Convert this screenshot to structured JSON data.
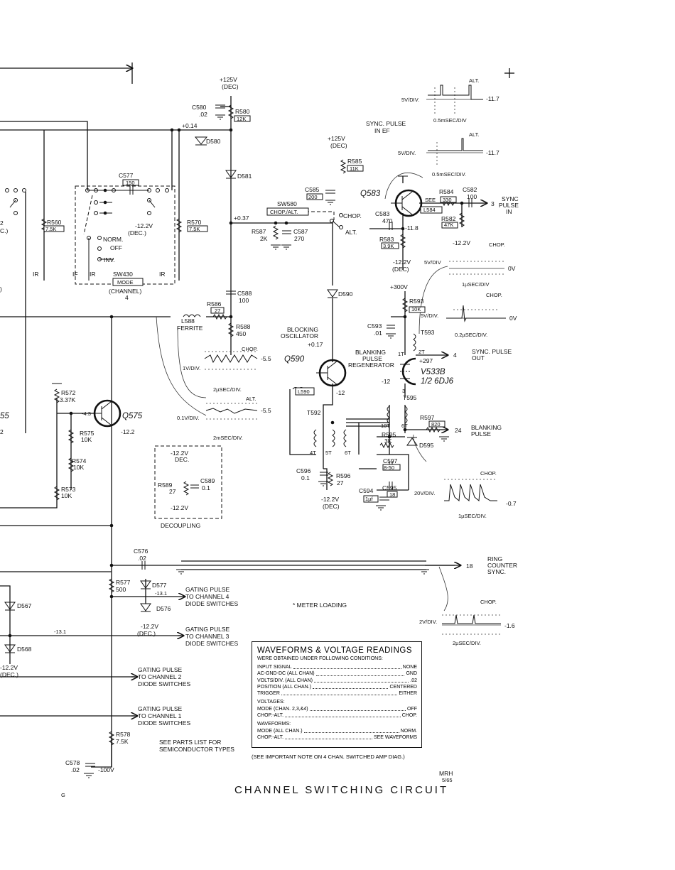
{
  "title": "CHANNEL SWITCHING CIRCUIT",
  "signature": {
    "initials": "MRH",
    "date": "5/65"
  },
  "page_mark": "G",
  "supplies": {
    "top_125": "+125V",
    "top_125_dec": "(DEC)",
    "mid_125": "+125V",
    "mid_125_dec": "(DEC)",
    "v300": "+300V",
    "n12_2_dec_a": "-12.2V",
    "n12_2_dec_a2": "(DEC.)",
    "n12_2_sw": "-12.2V",
    "n12_2_sw2": "(DEC.)",
    "n12_2_r583": "-12.2V",
    "n12_2_r583b": "(DEC)",
    "n12_2_r582": "-12.2V",
    "n12_2_t592": "-12.2V",
    "n12_2_t592b": "(DEC)",
    "n12_2_d576": "-12.2V",
    "n12_2_d576b": "(DEC.)",
    "n12_2_left": "-12.2V",
    "n12_2_left2": "(DEC.)",
    "n100": "-100V"
  },
  "components": {
    "C580": "C580",
    "C580_v": ".02",
    "R580": "R580",
    "R580_v": "12K",
    "D580": "D580",
    "D581": "D581",
    "C577": "C577",
    "C577_v": "150",
    "R560": "R560",
    "R560_v": "7.5K",
    "R570": "R570",
    "R570_v": "7.5K",
    "R585": "R585",
    "R585_v": "11K",
    "C585": "C585",
    "C585_v": "200",
    "SW580": "SW580",
    "SW580_v": "CHOP./ALT.",
    "R587": "R587",
    "R587_v": "2K",
    "C587": "C587",
    "C587_v": "270",
    "Q583": "Q583",
    "C583": "C583",
    "C583_v": "470",
    "R583": "R583",
    "R583_v": "3.9K",
    "R584": "R584",
    "R584_v": "330",
    "L584_see": "SEE",
    "L584": "L584",
    "C582": "C582",
    "C582_v": "100",
    "R582": "R582",
    "R582_v": "47K",
    "SW430": "SW430",
    "SW430_v": "MODE",
    "SW430_ch": "(CHANNEL)",
    "SW430_n": "4",
    "R586": "R586",
    "R586_v": "27",
    "L588": "L588",
    "L588_v": "FERRITE",
    "C588": "C588",
    "C588_v": "100",
    "R588": "R588",
    "R588_v": "450",
    "D590": "D590",
    "R593": "R593",
    "R593_v": "10K",
    "C593": "C593",
    "C593_v": ".01",
    "T593": "T593",
    "Q590": "Q590",
    "L590": "L590",
    "V533B": "V533B",
    "V533B_v": "1/2 6DJ6",
    "T595": "T595",
    "T592": "T592",
    "R597": "R597",
    "R597_v": "820",
    "D595": "D595",
    "R595": "R595",
    "R595_v": "3K",
    "C597": "C597",
    "C597_v": "8-50",
    "C596": "C596",
    "C596_v": "0.1",
    "R596": "R596",
    "R596_v": "27",
    "C594": "C594",
    "C594_v": "1µf",
    "C595": "C595",
    "C595_v": "18",
    "R572": "R572",
    "R572_v": "3.37K",
    "Q575": "Q575",
    "R575": "R575",
    "R575_v": "10K",
    "R574": "R574",
    "R574_v": "10K",
    "R573": "R573",
    "R573_v": "10K",
    "R589": "R589",
    "R589_v": "27",
    "C589": "C589",
    "C589_v": "0.1",
    "C576": "C576",
    "C576_v": ".02",
    "R577": "R577",
    "R577_v": "500",
    "D577": "D577",
    "D576": "D576",
    "D567": "D567",
    "D568": "D568",
    "R578": "R578",
    "R578_v": "7.5K",
    "C578": "C578",
    "C578_v": ".02",
    "left_55": "55"
  },
  "voltages": {
    "v014": "+0.14",
    "v037": "+0.37",
    "v117": "-11.7",
    "v117b": "-11.7",
    "v118": "-11.8",
    "v017": "+0.17",
    "v297": "+297",
    "v12a": "-12",
    "v12b": "-12",
    "v43": "-4.3",
    "v122": "-12.2",
    "v131": "-13.1",
    "v131b": "-13.1",
    "v55a": "-5.5",
    "v55b": "-5.5",
    "v0a": "0V",
    "v0b": "0V",
    "v07": "-0.7",
    "v16": "-1.6",
    "v_left2": "2"
  },
  "labels": {
    "sync_pulse_in_ef": "SYNC. PULSE",
    "sync_pulse_in_ef2": "IN EF",
    "sync_out_3": "SYNC",
    "sync_out_3b": "PULSE",
    "sync_out_3c": "IN",
    "arrow_3": "3",
    "chop_sw": "CHOP.",
    "alt_sw": "ALT.",
    "norm": "NORM.",
    "off": "OFF",
    "inv": "INV.",
    "blocking": "BLOCKING",
    "blocking2": "OSCILLATOR",
    "blanking_regen": "BLANKING",
    "blanking_regen2": "PULSE",
    "blanking_regen3": "REGENERATOR",
    "sync_pulse_out": "SYNC. PULSE",
    "sync_pulse_out2": "OUT",
    "arrow_4": "4",
    "blanking_pulse": "BLANKING",
    "blanking_pulse2": "PULSE",
    "arrow_24": "24",
    "ring_counter": "RING",
    "ring_counter2": "COUNTER",
    "ring_counter3": "SYNC.",
    "arrow_18": "18",
    "decoupling": "DECOUPLING",
    "decoupling_v": "-12.2V",
    "decoupling_v2": "DEC.",
    "decoupling_vb": "-12.2V",
    "gate4": "GATING PULSE",
    "gate4b": "TO CHANNEL 4",
    "gate4c": "DIODE SWITCHES",
    "gate3": "GATING PULSE",
    "gate3b": "TO CHANNEL 3",
    "gate3c": "DIODE SWITCHES",
    "gate2": "GATING PULSE",
    "gate2b": "TO CHANNEL 2",
    "gate2c": "DIODE SWITCHES",
    "gate1": "GATING PULSE",
    "gate1b": "TO CHANNEL 1",
    "gate1c": "DIODE SWITCHES",
    "meter_loading": "* METER LOADING",
    "see_parts": "SEE PARTS LIST FOR",
    "see_parts2": "SEMICONDUCTOR TYPES",
    "ir": "IR",
    "if": "IF",
    "ir2": "IR",
    "ir3": "IR",
    "c_left": "C.)",
    "z_left": "2",
    "paren_left": ")",
    "turns_1t": "1T",
    "turns_2t": "2T",
    "turns_3": "3",
    "turns_10t": "10T",
    "turns_6t": "6T",
    "turns_4t": "4T",
    "turns_5t": "5T",
    "turns_6t_b": "6T"
  },
  "scopes": {
    "s1_div": "5V/DIV.",
    "s1_tag": "ALT.",
    "s1_time": "0.5mSEC/DIV",
    "s2_div": "5V/DIV.",
    "s2_tag": "ALT.",
    "s2_time": "0.5mSEC/DIV.",
    "s3_div": "5V/DIV",
    "s3_tag": "CHOP.",
    "s3_time": "1µSEC/DIV",
    "s4_div": "5V/DIV.",
    "s4_tag": "CHOP.",
    "s4_time": "0.2µSEC/DIV.",
    "s5_div": "1V/DIV.",
    "s5_tag": "CHOP.",
    "s5_time": "2µSEC/DIV.",
    "s6_div": "0.1V/DIV.",
    "s6_tag": "ALT.",
    "s6_time": "2mSEC/DIV.",
    "s7_div": "20V/DIV.",
    "s7_tag": "CHOP.",
    "s7_time": "1µSEC/DIV.",
    "s8_div": "2V/DIV.",
    "s8_tag": "CHOP.",
    "s8_time": "2µSEC/DIV."
  },
  "waveform_note": {
    "heading": "WAVEFORMS & VOLTAGE READINGS",
    "subheading": "WERE OBTAINED UNDER FOLLOWING CONDITIONS:",
    "rows": [
      {
        "k": "INPUT SIGNAL",
        "v": "NONE"
      },
      {
        "k": "AC-GND-DC (ALL CHAN)",
        "v": "GND"
      },
      {
        "k": "VOLTS/DIV. (ALL CHAN)",
        "v": ".02"
      },
      {
        "k": "POSITION (ALL CHAN.)",
        "v": "CENTERED"
      },
      {
        "k": "TRIGGER",
        "v": "EITHER"
      }
    ],
    "voltages_head": "VOLTAGES:",
    "voltage_rows": [
      {
        "k": "MODE (CHAN. 2,3,&4)",
        "v": "OFF"
      },
      {
        "k": "CHOP.-ALT.",
        "v": "CHOP."
      }
    ],
    "waveforms_head": "WAVEFORMS:",
    "waveform_rows": [
      {
        "k": "MODE (ALL CHAN.)",
        "v": "NORM."
      },
      {
        "k": "CHOP.-ALT.",
        "v": "SEE WAVEFORMS"
      }
    ],
    "footnote": "(SEE IMPORTANT NOTE ON 4 CHAN. SWITCHED AMP DIAG.)"
  }
}
